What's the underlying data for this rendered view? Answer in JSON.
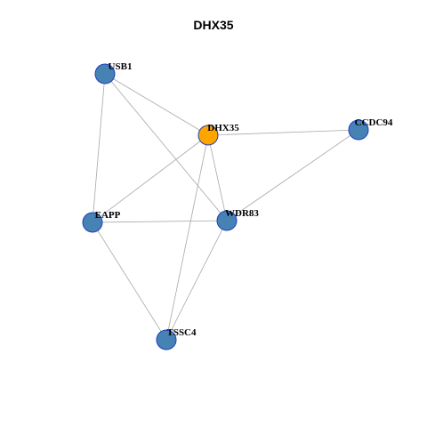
{
  "title": "DHX35",
  "colors": {
    "node_default": "#4682B4",
    "node_focus": "#FFA500",
    "node_stroke": "#1f3fbf",
    "edge": "#a8a8a8"
  },
  "graph": {
    "focus": "DHX35",
    "nodes": [
      {
        "id": "USB1",
        "label": "USB1"
      },
      {
        "id": "DHX35",
        "label": "DHX35"
      },
      {
        "id": "CCDC94",
        "label": "CCDC94"
      },
      {
        "id": "EAPP",
        "label": "EAPP"
      },
      {
        "id": "WDR83",
        "label": "WDR83"
      },
      {
        "id": "TSSC4",
        "label": "TSSC4"
      }
    ],
    "edges": [
      [
        "USB1",
        "DHX35"
      ],
      [
        "USB1",
        "WDR83"
      ],
      [
        "USB1",
        "EAPP"
      ],
      [
        "DHX35",
        "CCDC94"
      ],
      [
        "DHX35",
        "EAPP"
      ],
      [
        "DHX35",
        "WDR83"
      ],
      [
        "DHX35",
        "TSSC4"
      ],
      [
        "CCDC94",
        "WDR83"
      ],
      [
        "EAPP",
        "WDR83"
      ],
      [
        "EAPP",
        "TSSC4"
      ],
      [
        "WDR83",
        "TSSC4"
      ]
    ]
  }
}
